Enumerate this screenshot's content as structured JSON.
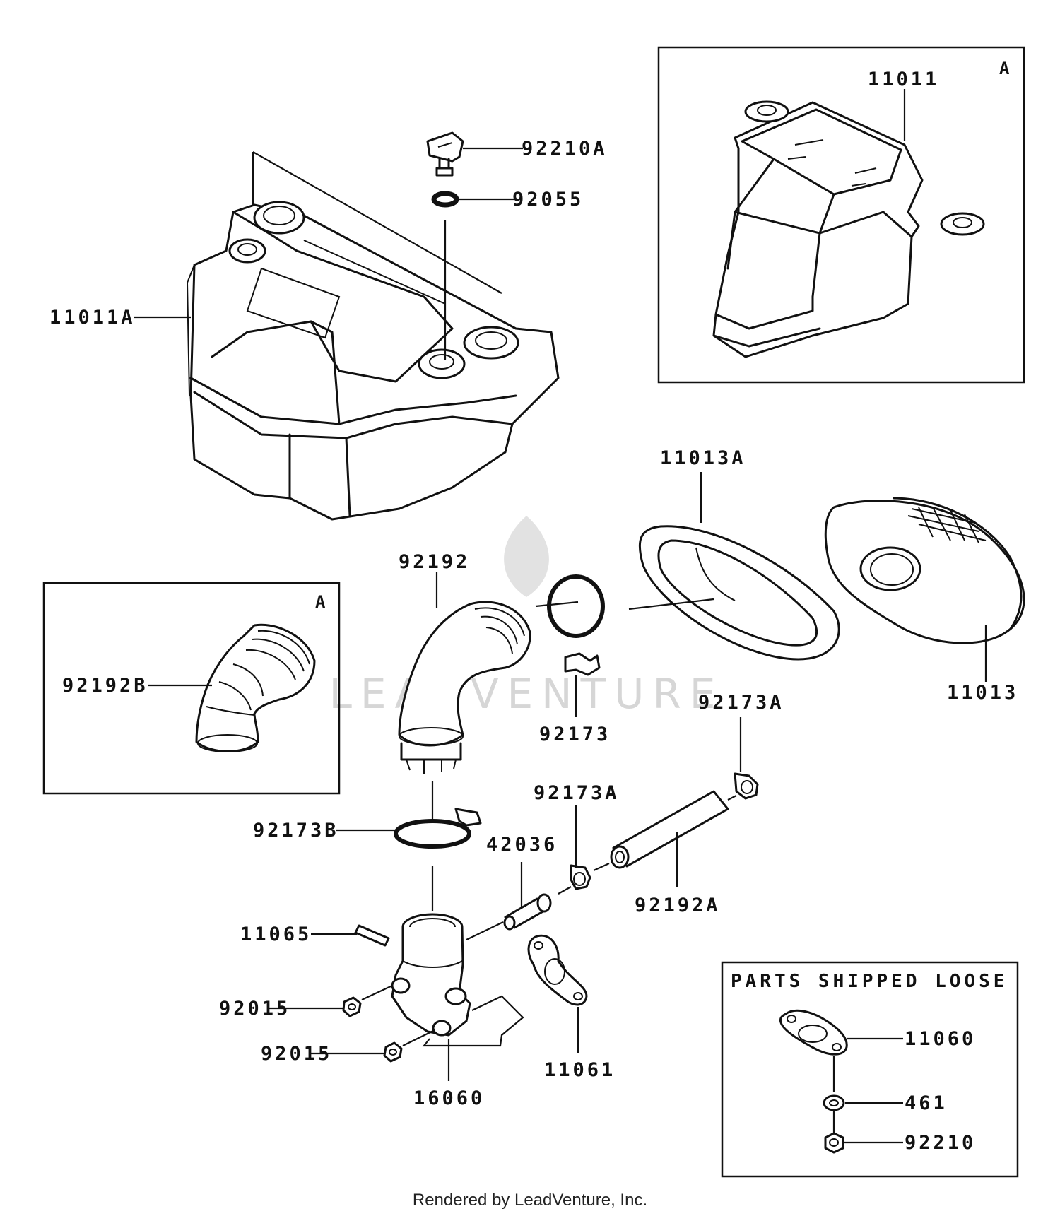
{
  "watermark": "LEADVENTURE",
  "footer": "Rendered by LeadVenture, Inc.",
  "inset_a": {
    "letter": "A"
  },
  "inset_b": {
    "letter": "A"
  },
  "loose_box": {
    "title": "PARTS SHIPPED LOOSE"
  },
  "labels": {
    "p11011": "11011",
    "p92210A": "92210A",
    "p92055": "92055",
    "p11011A": "11011A",
    "p11013A": "11013A",
    "p92192": "92192",
    "p92192B": "92192B",
    "p11013": "11013",
    "p92173": "92173",
    "p92173A_top": "92173A",
    "p92173A_mid": "92173A",
    "p92173B": "92173B",
    "p42036": "42036",
    "p92192A": "92192A",
    "p11065": "11065",
    "p92015_a": "92015",
    "p92015_b": "92015",
    "p11061": "11061",
    "p16060": "16060",
    "p11060": "11060",
    "p461": "461",
    "p92210": "92210"
  }
}
